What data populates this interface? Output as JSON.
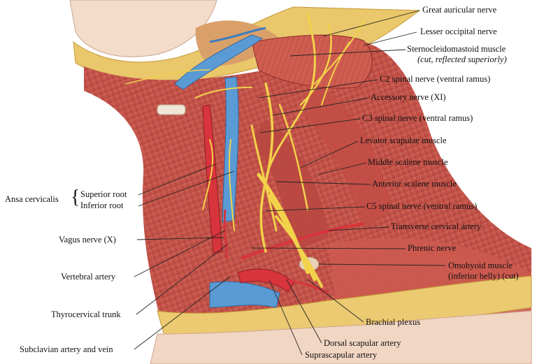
{
  "labels": {
    "great_auricular": "Great auricular nerve",
    "lesser_occipital": "Lesser occipital nerve",
    "scm_1": "Sternocleidomastoid muscle",
    "scm_2": "(cut, reflected superiorly)",
    "c2": "C2 spinal nerve (ventral ramus)",
    "accessory": "Accessory nerve (XI)",
    "c3": "C3 spinal nerve (ventral ramus)",
    "levator": "Levator scapulae muscle",
    "middle_scalene": "Middle scalene muscle",
    "anterior_scalene": "Anterior scalene muscle",
    "c5": "C5 spinal nerve (ventral ramus)",
    "transverse_cervical": "Transverse cervical artery",
    "phrenic": "Phrenic nerve",
    "omohyoid_1": "Omohyoid muscle",
    "omohyoid_2": "(inferior belly) (cut)",
    "brachial_plexus": "Brachial plexus",
    "dorsal_scapular": "Dorsal scapular artery",
    "suprascapular": "Suprascapular artery",
    "subclavian": "Subclavian artery and vein",
    "thyrocervical": "Thyrocervical trunk",
    "vertebral": "Vertebral artery",
    "vagus": "Vagus nerve (X)",
    "ansa": "Ansa cervicalis",
    "superior_root": "Superior root",
    "inferior_root": "Inferior root"
  },
  "colors": {
    "muscle": "#c9544a",
    "muscle_light": "#d9776a",
    "nerve": "#f2d24a",
    "vein": "#5b9bd5",
    "artery": "#d8343c",
    "skin": "#f3d9c4",
    "fat": "#e9c46a"
  }
}
